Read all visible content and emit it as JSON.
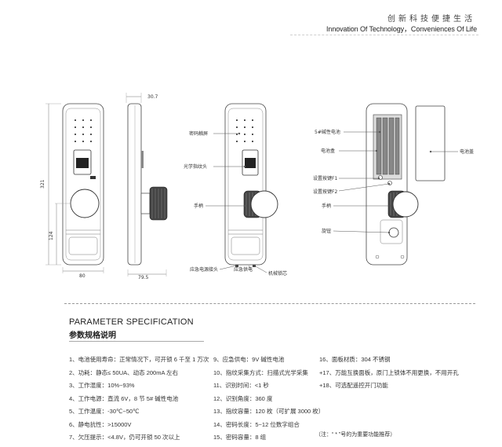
{
  "header": {
    "slogan_cn": "创新科技便捷生活",
    "slogan_en": "Innovation Of Technology，Conveniences Of Life"
  },
  "drawings": {
    "dimensions": {
      "top_depth": "30.7",
      "height": "321",
      "handle_height": "124",
      "front_width": "80",
      "side_depth": "79.5"
    },
    "callouts": {
      "password_panel": "密码触屏",
      "fingerprint": "光学指纹头",
      "handle_front": "手柄",
      "emergency_power": "应急电源接头",
      "emergency_power_supply": "应急供电",
      "mechanical_lock": "机械锁芯",
      "battery": "5#碱性电池",
      "battery_box": "电池盒",
      "set_key_f1": "设置按键F1",
      "set_key_f2": "设置按键F2",
      "handle_back": "手柄",
      "knob": "旋钮",
      "battery_cover": "电池盖"
    }
  },
  "params": {
    "title_en": "PARAMETER SPECIFICATION",
    "title_cn": "参数规格说明",
    "col1": [
      "1、电池使用寿命：正常情况下，可开锁 6 千至 1 万次",
      "2、功耗：静态≤ 50UA、动态 200mA 左右",
      "3、工作湿度：10%~93%",
      "4、工作电源：直流 6V，8 节 5# 碱性电池",
      "5、工作温度：-30℃~50℃",
      "6、静电抗性：>15000V",
      "7、欠压提示：<4.8V，仍可开锁 50 次以上"
    ],
    "col2": [
      "9、应急供电：9V 碱性电池",
      "10、指纹采集方式：扫描式光学采集",
      "11、识别时间：<1 秒",
      "12、识别角度：360 度",
      "13、指纹容量：120 枚（可扩展 3000 枚）",
      "14、密码长度：5~12 位数字组合",
      "15、密码容量：8 组"
    ],
    "col3": [
      "16、面板材质：304 不锈钢",
      "+17、万能互换面板，原门上锁体不用更换，不用开孔",
      "+18、可选配遥控开门功能"
    ],
    "note": "（注：“ * ”号的为重要功能推荐）"
  }
}
